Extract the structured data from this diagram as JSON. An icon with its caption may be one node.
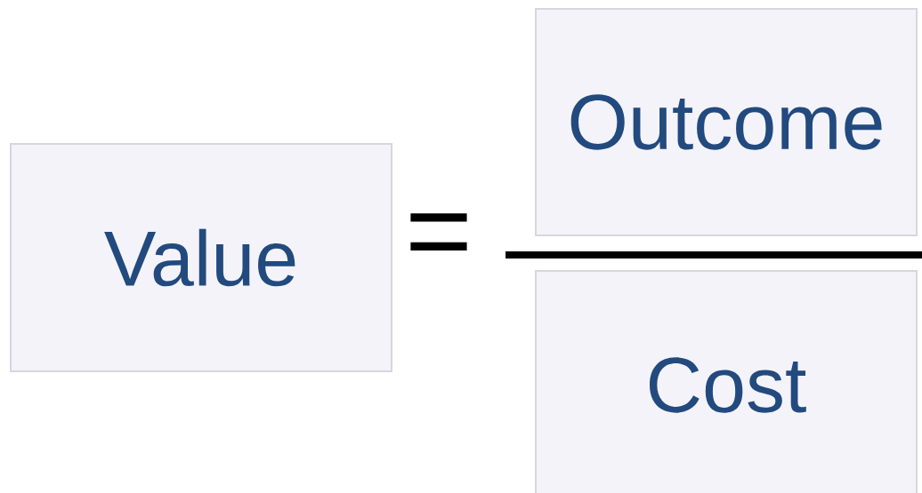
{
  "diagram": {
    "nodes": [
      {
        "text": [
          "Value"
        ]
      },
      {
        "text": [
          "Outcome"
        ]
      },
      {
        "text": [
          "Cost"
        ]
      }
    ],
    "labels": [
      "="
    ]
  }
}
